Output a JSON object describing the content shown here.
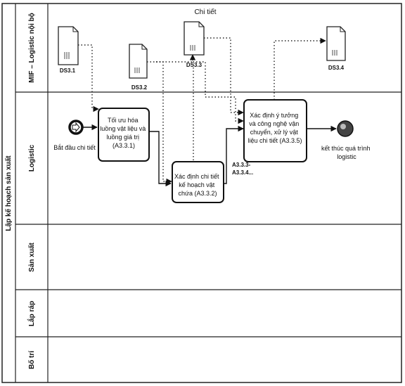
{
  "pool": {
    "label": "Lập kế hoạch sản xuất"
  },
  "lanes": [
    {
      "id": "mif",
      "label": "MIF – Logistic nội bộ"
    },
    {
      "id": "logistic",
      "label": "Logistic"
    },
    {
      "id": "sanxuat",
      "label": "Sản xuất"
    },
    {
      "id": "laprap",
      "label": "Lắp ráp"
    },
    {
      "id": "botri",
      "label": "Bố trí"
    }
  ],
  "docs_title": "Chi tiết",
  "documents": [
    "DS3.1",
    "DS3.2",
    "DS3.3",
    "DS3.4"
  ],
  "events": {
    "start": "Bắt đầu chi tiết",
    "end": [
      "kết thúc quá trình",
      "logistic"
    ]
  },
  "tasks": [
    {
      "id": "A3.3.1",
      "lines": [
        "Tối ưu hóa",
        "luồng vật liệu và",
        "luồng giá trị",
        "(A3.3.1)"
      ]
    },
    {
      "id": "A3.3.2",
      "lines": [
        "Xác định chi tiết",
        "kế hoạch vật",
        "chứa (A3.3.2)"
      ]
    },
    {
      "id": "A3.3.5",
      "lines": [
        "Xác định ý tưởng",
        "và công nghệ vận",
        "chuyển, xử lý vật",
        "liệu chi tiết (A3.3.5)"
      ]
    }
  ],
  "connector_label": [
    "A3.3.3-",
    "A3.3.4..."
  ]
}
